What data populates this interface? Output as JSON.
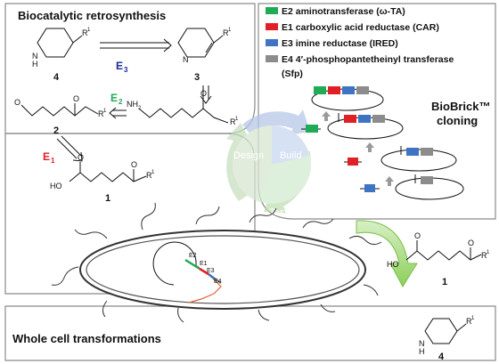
{
  "panels": {
    "retrosynthesis_title": "Biocatalytic retrosynthesis",
    "biobrick_label_1": "BioBrick™",
    "biobrick_label_2": "cloning",
    "whole_cell_title": "Whole cell transformations"
  },
  "cycle": {
    "design": "Design",
    "build": "Build",
    "test": "Test"
  },
  "legend": [
    {
      "text": "E2 aminotransferase (ω-TA)",
      "color": "#1faa55"
    },
    {
      "text": "E1 carboxylic acid reductase (CAR)",
      "color": "#e11f26"
    },
    {
      "text": "E3 imine reductase (IRED)",
      "color": "#3f74c4"
    },
    {
      "text": "E4 4′-phosphopantetheinyl transferase",
      "color": "#8c8c8c"
    },
    {
      "text": "(Sfp)",
      "color": ""
    }
  ],
  "enzymes": {
    "e1": "E",
    "e1_sub": "1",
    "e2": "E",
    "e2_sub": "2",
    "e3": "E",
    "e3_sub": "3",
    "colors": {
      "e1": "#e11f26",
      "e2": "#1faa55",
      "e3": "#1a2a9a",
      "e4": "#8c8c8c",
      "e3_gene": "#3f74c4"
    }
  },
  "compounds": {
    "c1": "1",
    "c2": "2",
    "c3": "3",
    "c4": "4",
    "r1": "R",
    "r1_sup": "1",
    "nh": "N",
    "h": "H",
    "n": "N",
    "nh2": "NH",
    "nh2_sub": "2",
    "o": "O",
    "ho": "HO"
  },
  "genes": {
    "e1": "E",
    "e1_sub": "1",
    "e2": "E",
    "e2_sub": "2",
    "e3": "E",
    "e3_sub": "3",
    "e4": "E",
    "e4_sub": "4"
  },
  "cell_genes": {
    "e1": "E1",
    "e2": "E2",
    "e3": "E3",
    "e4": "E4"
  }
}
